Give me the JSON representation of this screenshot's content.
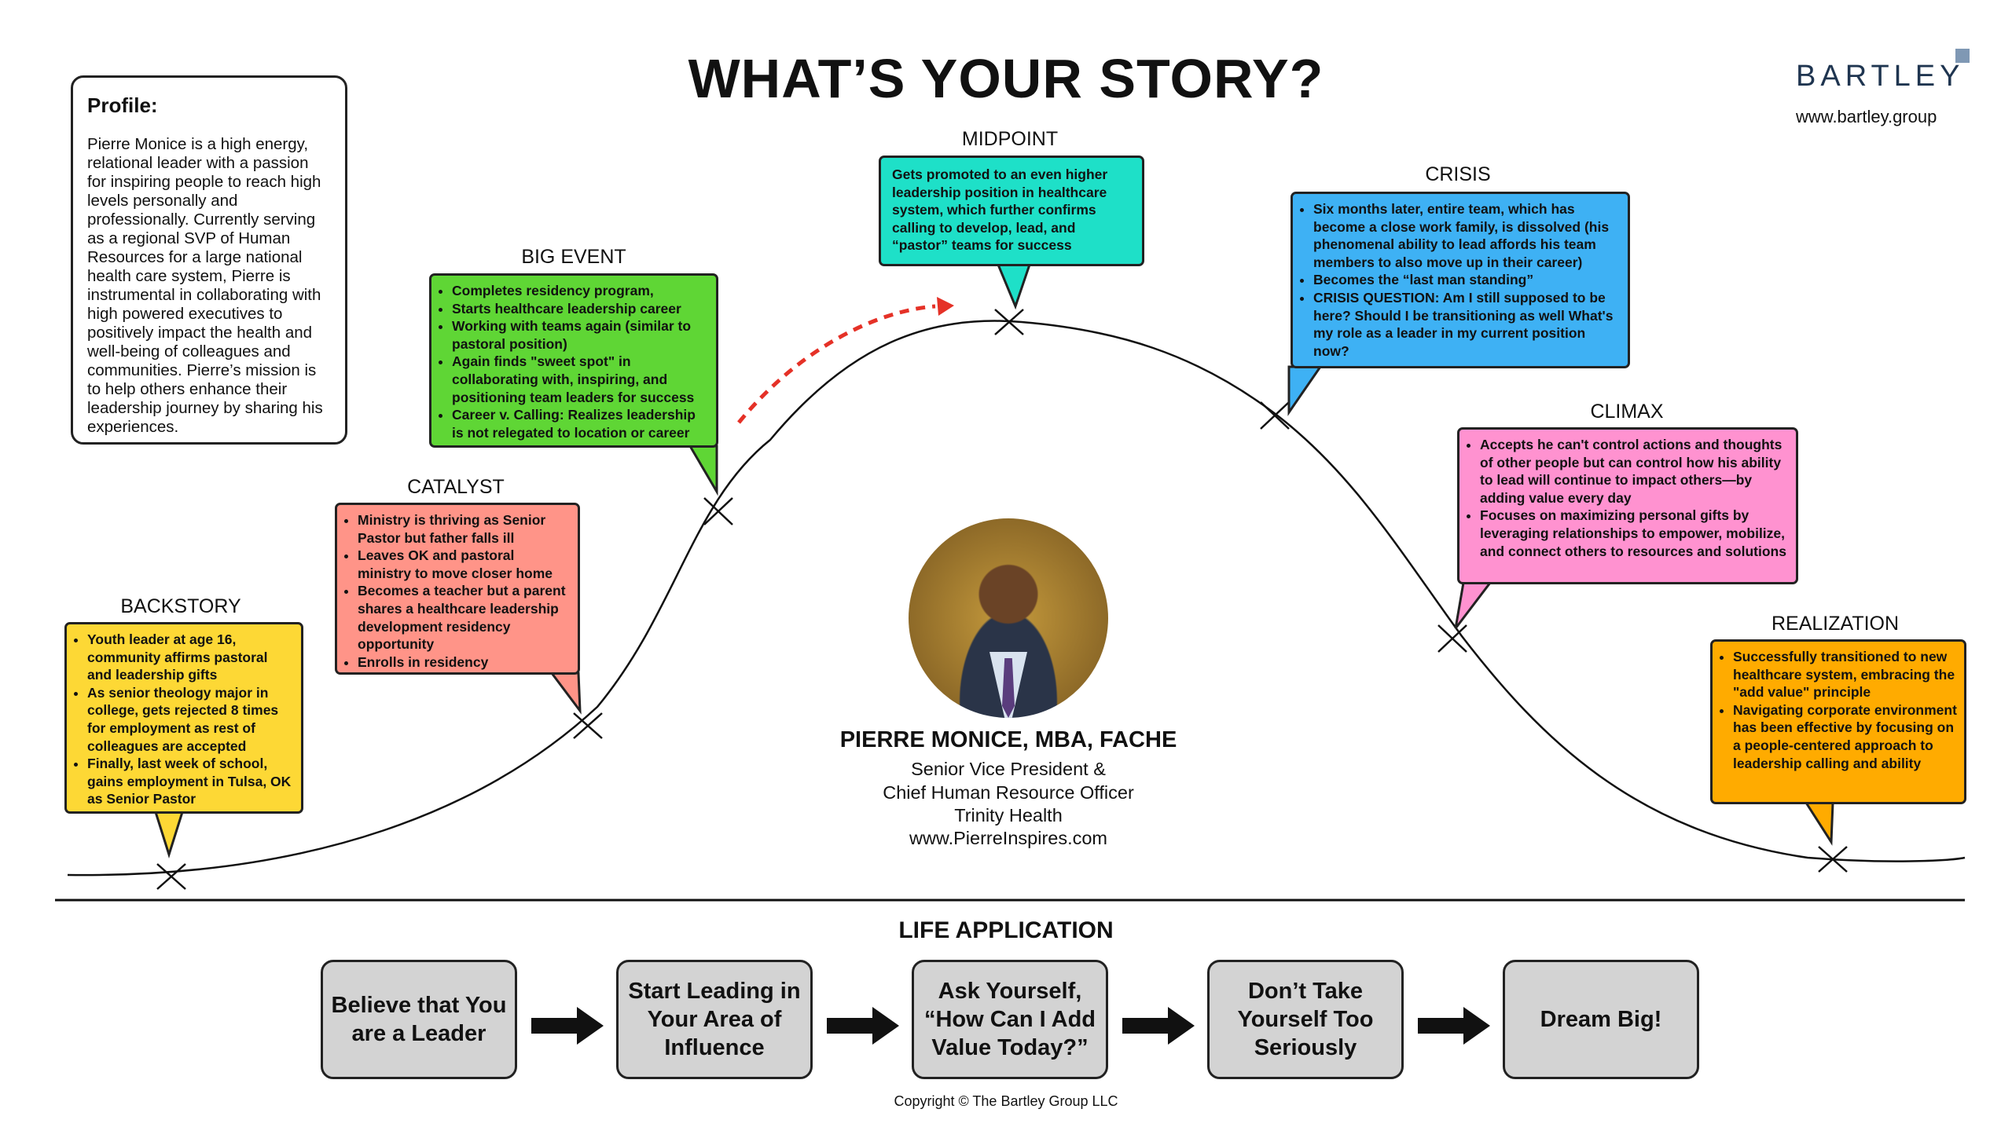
{
  "title": "WHAT’S YOUR STORY?",
  "brand": {
    "name": "BARTLEY",
    "url": "www.bartley.group",
    "accent": "#7f98b4"
  },
  "profile": {
    "heading": "Profile:",
    "text": "Pierre Monice is a high energy, relational leader with a passion for inspiring people to reach high levels personally and professionally. Currently serving as a regional SVP of Human Resources for a large national health care system, Pierre is instrumental in collaborating with high powered executives to positively impact the health and well-being of colleagues and communities. Pierre’s mission is to help others enhance their leadership journey by sharing his experiences."
  },
  "stages": {
    "backstory": {
      "label": "BACKSTORY",
      "color": "#fdd835",
      "items": [
        "Youth leader at age 16, community affirms pastoral and leadership gifts",
        "As senior theology major in college, gets rejected 8 times for employment as rest of colleagues are accepted",
        "Finally, last week of school, gains employment in Tulsa, OK as Senior Pastor"
      ]
    },
    "catalyst": {
      "label": "CATALYST",
      "color": "#ff9488",
      "items": [
        "Ministry is thriving as Senior Pastor but father falls ill",
        "Leaves OK and pastoral ministry to move closer home",
        "Becomes a teacher but a parent shares a healthcare leadership development residency opportunity",
        "Enrolls in residency"
      ]
    },
    "big_event": {
      "label": "BIG EVENT",
      "color": "#5fd635",
      "items": [
        "Completes residency program,",
        "Starts healthcare leadership career",
        "Working with teams again (similar to pastoral position)",
        "Again finds \"sweet spot\" in collaborating with, inspiring, and positioning team leaders for success",
        "Career v. Calling: Realizes leadership is not relegated to location or career"
      ]
    },
    "midpoint": {
      "label": "MIDPOINT",
      "color": "#1ee0c8",
      "text": "Gets promoted to an even higher leadership position in healthcare system, which further confirms calling to develop, lead, and “pastor” teams for success"
    },
    "crisis": {
      "label": "CRISIS",
      "color": "#3eb1f4",
      "items": [
        "Six months later, entire team, which has become a close work family, is dissolved (his phenomenal ability to lead affords his team members to also move up in their career)",
        "Becomes the “last man standing”",
        "CRISIS QUESTION: Am I still supposed to be here? Should I be transitioning as well What's my role as a leader in my current position now?"
      ]
    },
    "climax": {
      "label": "CLIMAX",
      "color": "#ff92d0",
      "items": [
        "Accepts he can't control actions and thoughts of other people but can control how his ability to lead will continue to impact others—by adding value every day",
        "Focuses on maximizing personal gifts by leveraging relationships to empower, mobilize, and connect others to resources and solutions"
      ]
    },
    "realization": {
      "label": "REALIZATION",
      "color": "#ffab00",
      "items": [
        "Successfully transitioned to new healthcare system, embracing the \"add value\" principle",
        "Navigating corporate environment has been effective by focusing on a people-centered approach to leadership calling and ability"
      ]
    }
  },
  "person": {
    "name": "PIERRE MONICE, MBA, FACHE",
    "title_line1": "Senior Vice President &",
    "title_line2": "Chief Human Resource Officer",
    "organization": "Trinity Health",
    "website": "www.PierreInspires.com"
  },
  "life_application": {
    "heading": "LIFE APPLICATION",
    "steps": [
      "Believe that You are a Leader",
      "Start Leading in Your Area of Influence",
      "Ask Yourself, “How Can I Add Value Today?”",
      "Don’t Take Yourself Too Seriously",
      "Dream Big!"
    ]
  },
  "copyright": "Copyright © The Bartley Group LLC",
  "colors": {
    "arrow_red": "#e53127",
    "box_gray": "#d3d3d3"
  }
}
